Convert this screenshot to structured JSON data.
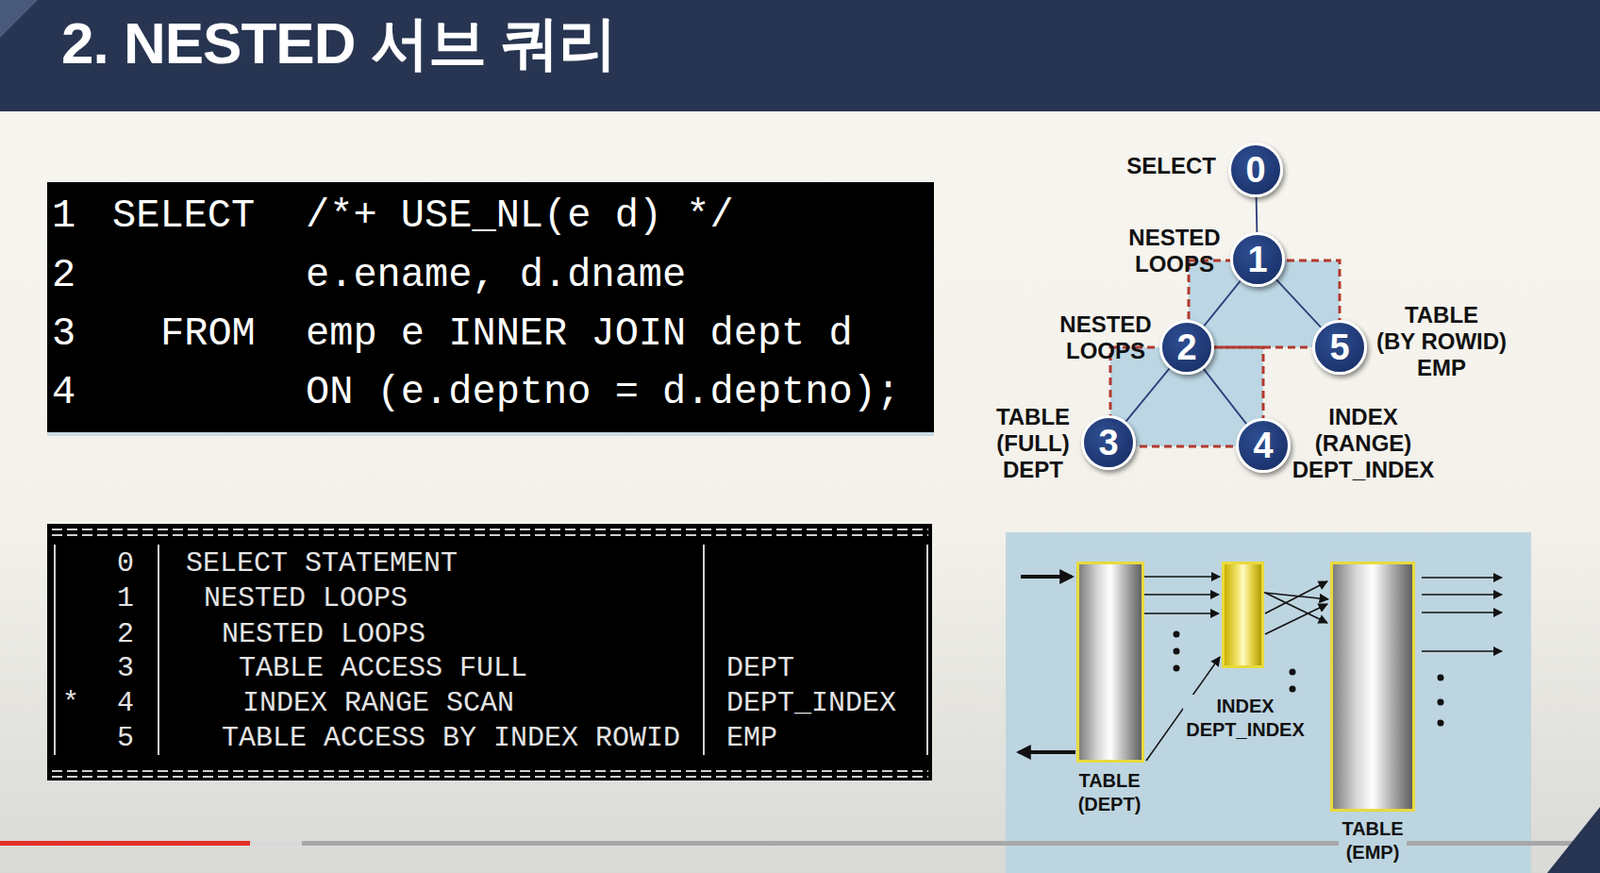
{
  "diagram": {
    "title": "2. NESTED 서브 쿼리",
    "nodes": [
      {
        "text": [
          "0",
          "SELECT"
        ]
      },
      {
        "text": [
          "1",
          "NESTED LOOPS"
        ]
      },
      {
        "text": [
          "2",
          "NESTED LOOPS"
        ]
      },
      {
        "text": [
          "3",
          "TABLE (FULL) DEPT"
        ]
      },
      {
        "text": [
          "4",
          "INDEX (RANGE) DEPT_INDEX"
        ]
      },
      {
        "text": [
          "5",
          "TABLE (BY ROWID) EMP"
        ]
      },
      {
        "text": [
          "TABLE (DEPT)"
        ]
      },
      {
        "text": [
          "INDEX DEPT_INDEX"
        ]
      },
      {
        "text": [
          "TABLE (EMP)"
        ]
      }
    ],
    "edges": [
      {
        "from": 0,
        "to": 1,
        "arrow": "none"
      },
      {
        "from": 1,
        "to": 2,
        "arrow": "none"
      },
      {
        "from": 1,
        "to": 5,
        "arrow": "none"
      },
      {
        "from": 2,
        "to": 3,
        "arrow": "none"
      },
      {
        "from": 2,
        "to": 4,
        "arrow": "none"
      },
      {
        "from": 6,
        "to": 7,
        "arrow": "to"
      },
      {
        "from": 7,
        "to": 8,
        "arrow": "to"
      }
    ],
    "labels": [
      "1",
      "SELECT",
      "/*+ USE_NL(e d) */",
      "2",
      "e.ename, d.dname",
      "3",
      "FROM",
      "emp e INNER JOIN dept d",
      "4",
      "ON (e.deptno = d.deptno);",
      "0",
      "SELECT STATEMENT",
      "1",
      "NESTED LOOPS",
      "2",
      "NESTED LOOPS",
      "3",
      "TABLE ACCESS FULL",
      "DEPT",
      "*",
      "4",
      "INDEX RANGE SCAN",
      "DEPT_INDEX",
      "5",
      "TABLE ACCESS BY INDEX ROWID",
      "EMP"
    ]
  }
}
